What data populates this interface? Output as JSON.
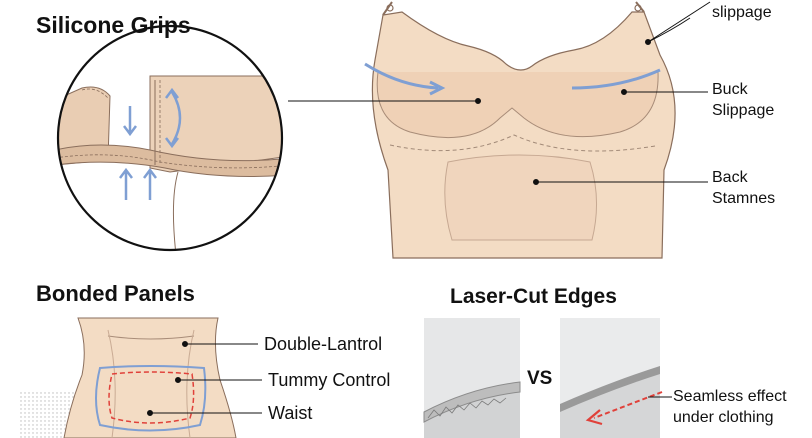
{
  "sections": {
    "silicone_grips": {
      "title": "Silicone Grips"
    },
    "bonded_panels": {
      "title": "Bonded Panels"
    },
    "laser_cut_edges": {
      "title": "Laser-Cut Edges"
    }
  },
  "bodysuit_labels": {
    "slippage": "slippage",
    "buck_slippage": "Buck\nSlippage",
    "back_stamnes": "Back\nStamnes"
  },
  "panel_labels": {
    "double_lantrol": "Double-Lantrol",
    "tummy_control": "Tummy Control",
    "waist": "Waist"
  },
  "edge_compare": {
    "vs": "VS",
    "seamless": "Seamless effect\nunder clothing"
  },
  "colors": {
    "skin": "#f3dcc4",
    "skin_shadow": "#e5c2a4",
    "outline": "#8a6e5c",
    "arrow_blue": "#7f9fd3",
    "dash_red": "#e0413a",
    "edge_gray": "#d9dadb"
  }
}
